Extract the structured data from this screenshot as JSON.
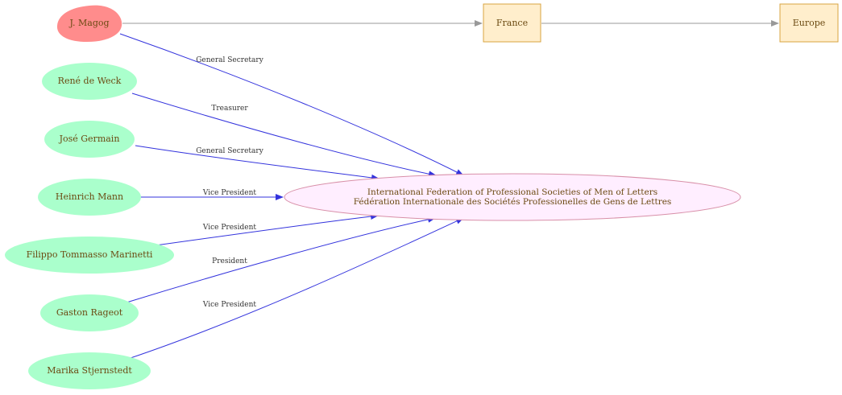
{
  "colors": {
    "highlight_person_fill": "#ff8c8c",
    "person_fill": "#aaffcc",
    "place_fill": "#ffeecc",
    "place_stroke": "#d9a441",
    "org_fill": "#ffeeff",
    "org_stroke": "#d88fa8",
    "role_edge": "#3333dd",
    "location_edge": "#999999",
    "node_text": "#6b4a12"
  },
  "organization": {
    "line1": "International Federation of Professional Societies of Men of Letters",
    "line2": "Fédération Internationale des Sociétés Professionelles de Gens de Lettres"
  },
  "people": [
    {
      "id": "magog",
      "name": "J. Magog",
      "role": "General Secretary",
      "highlight": true
    },
    {
      "id": "weck",
      "name": "René de Weck",
      "role": "Treasurer"
    },
    {
      "id": "germain",
      "name": "José Germain",
      "role": "General Secretary"
    },
    {
      "id": "mann",
      "name": "Heinrich Mann",
      "role": "Vice President"
    },
    {
      "id": "marinetti",
      "name": "Filippo Tommasso Marinetti",
      "role": "Vice President"
    },
    {
      "id": "rageot",
      "name": "Gaston Rageot",
      "role": "President"
    },
    {
      "id": "stjernstedt",
      "name": "Marika Stjernstedt",
      "role": "Vice President"
    }
  ],
  "places": [
    {
      "id": "france",
      "name": "France"
    },
    {
      "id": "europe",
      "name": "Europe"
    }
  ]
}
